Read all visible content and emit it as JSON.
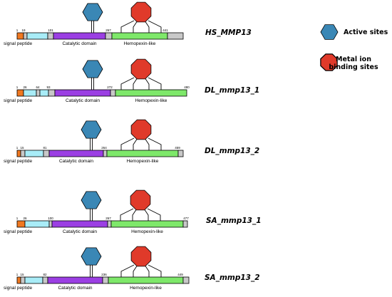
{
  "colors": {
    "signal_peptide": "#f07820",
    "propeptide": "#a8ecf7",
    "linker": "#c8c8c8",
    "catalytic": "#9b3fe3",
    "hemopexin": "#7ee86a",
    "active_site": "#3a87b5",
    "metal_site": "#e03a2a"
  },
  "legend": {
    "active_sites_label": "Active sites",
    "metal_ion_line1": "Metal ion",
    "metal_ion_line2": "binding sites"
  },
  "domain_labels": {
    "signal_peptide": "signal peptide",
    "catalytic": "Catalytic domain",
    "hemopexin": "Hemopexin-like"
  },
  "proteins": [
    {
      "name": "HS_MMP13",
      "positions": [
        "1",
        "19",
        "101",
        "267",
        "441"
      ]
    },
    {
      "name": "DL_mmp13_1",
      "positions": [
        "1",
        "26",
        "64",
        "93",
        "272",
        "480"
      ]
    },
    {
      "name": "DL_mmp13_2",
      "positions": [
        "1",
        "15",
        "81",
        "264",
        "459"
      ]
    },
    {
      "name": "SA_mmp13_1",
      "positions": [
        "1",
        "26",
        "100",
        "267",
        "477"
      ]
    },
    {
      "name": "SA_mmp13_2",
      "positions": [
        "1",
        "15",
        "82",
        "236",
        "449"
      ]
    }
  ]
}
